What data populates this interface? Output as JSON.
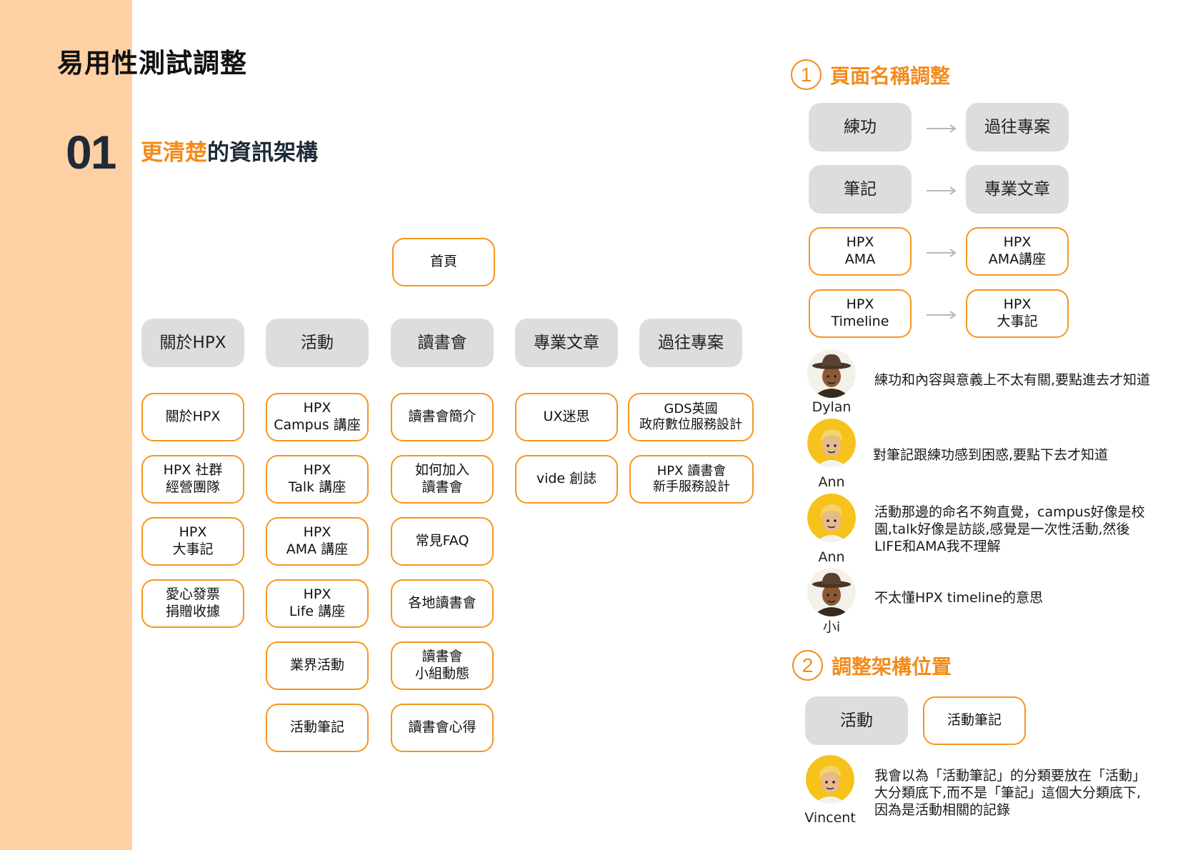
{
  "title": "易用性測試調整",
  "section": {
    "number": "01",
    "highlight": "更清楚",
    "rest": "的資訊架構"
  },
  "tree": {
    "root": "首頁",
    "categories": [
      "關於HPX",
      "活動",
      "讀書會",
      "專業文章",
      "過往專案"
    ],
    "children": [
      [
        "關於HPX",
        "HPX 社群\n經營團隊",
        "HPX\n大事記",
        "愛心發票\n捐贈收據"
      ],
      [
        "HPX\nCampus 講座",
        "HPX\nTalk 講座",
        "HPX\nAMA 講座",
        "HPX\nLife 講座",
        "業界活動",
        "活動筆記"
      ],
      [
        "讀書會簡介",
        "如何加入\n讀書會",
        "常見FAQ",
        "各地讀書會",
        "讀書會\n小組動態",
        "讀書會心得"
      ],
      [
        "UX迷思",
        "vide 創誌"
      ],
      [
        "GDS英國\n政府數位服務設計",
        "HPX 讀書會\n新手服務設計"
      ]
    ]
  },
  "rename": {
    "number": "1",
    "title": "頁面名稱調整",
    "pairs": [
      {
        "from": "練功",
        "to": "過往專案",
        "style": "gray"
      },
      {
        "from": "筆記",
        "to": "專業文章",
        "style": "gray"
      },
      {
        "from": "HPX\nAMA",
        "to": "HPX\nAMA講座",
        "style": "outline"
      },
      {
        "from": "HPX\nTimeline",
        "to": "HPX\n大事記",
        "style": "outline"
      }
    ],
    "comments": [
      {
        "user": "Dylan",
        "avatar": "hat",
        "text": "練功和內容與意義上不太有關,要點進去才知道"
      },
      {
        "user": "Ann",
        "avatar": "blonde",
        "text": "對筆記跟練功感到困惑,要點下去才知道"
      },
      {
        "user": "Ann",
        "avatar": "blonde",
        "text": "活動那邊的命名不夠直覺，campus好像是校\n園,talk好像是訪談,感覺是一次性活動,然後\nLIFE和AMA我不理解"
      },
      {
        "user": "小i",
        "avatar": "hat",
        "text": "不太懂HPX timeline的意思"
      }
    ]
  },
  "restructure": {
    "number": "2",
    "title": "調整架構位置",
    "from": "活動",
    "to": "活動筆記",
    "comment": {
      "user": "Vincent",
      "avatar": "blonde",
      "text": "我會以為「活動筆記」的分類要放在「活動」\n大分類底下,而不是「筆記」這個大分類底下,\n因為是活動相關的記錄"
    }
  },
  "colors": {
    "accent": "#F28B1C",
    "strip": "#FFD0A3",
    "gray_box": "#DDDDDD"
  }
}
